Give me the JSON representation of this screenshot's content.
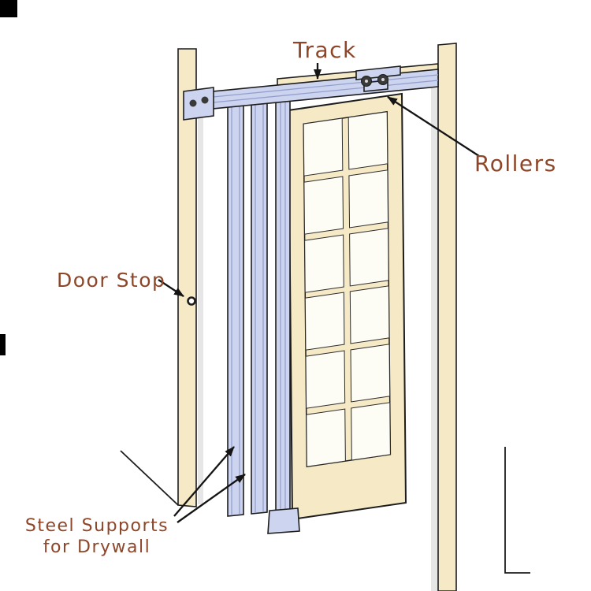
{
  "diagram": {
    "labels": {
      "track": "Track",
      "rollers": "Rollers",
      "door_stop": "Door Stop",
      "steel_supports_line1": "Steel Supports",
      "steel_supports_line2": "for Drywall"
    },
    "colors": {
      "label_text": "#8e4629",
      "wood_fill": "#f6e9c6",
      "steel_fill": "#cdd4ef",
      "steel_detail": "#93a0cc",
      "outline": "#1d1d1d",
      "glass_fill": "#fdfcf5",
      "hardware": "#3a3a3a",
      "background": "#ffffff"
    }
  }
}
